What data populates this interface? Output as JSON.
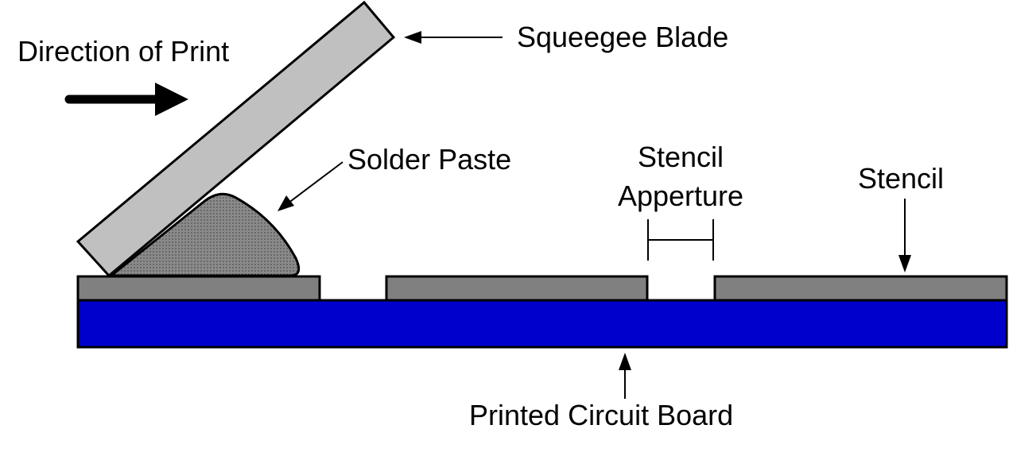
{
  "labels": {
    "direction": "Direction of Print",
    "squeegee": "Squeegee Blade",
    "solder_paste": "Solder Paste",
    "aperture_line1": "Stencil",
    "aperture_line2": "Apperture",
    "stencil": "Stencil",
    "pcb": "Printed Circuit Board"
  },
  "colors": {
    "pcb": "#0000CC",
    "stencil": "#808080",
    "blade": "#C0C0C0",
    "paste": "#7F7F7F"
  }
}
